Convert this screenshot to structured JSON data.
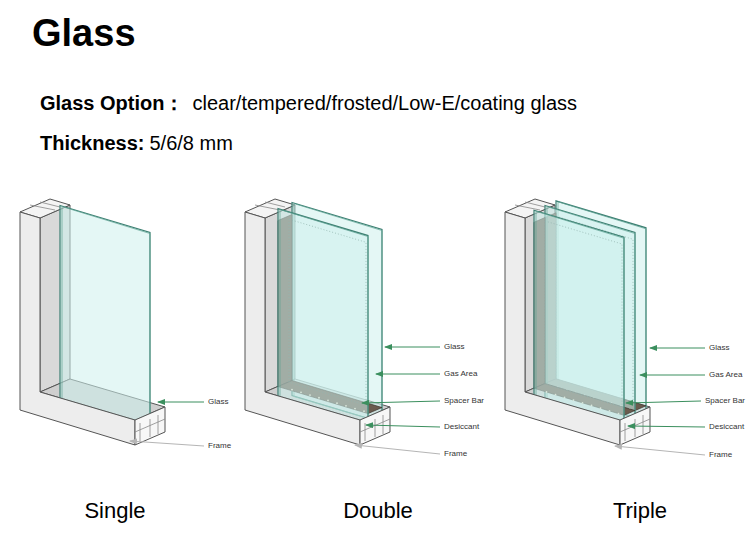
{
  "diagram": {
    "title": "Glass",
    "labels": [
      "Glass Option：",
      "clear/tempered/frosted/Low-E/coating glass",
      "Thickness:",
      "5/6/8 mm",
      "Glass",
      "Frame",
      "Single",
      "Glass",
      "Gas Area",
      "Spacer Bar",
      "Desiccant",
      "Frame",
      "Double",
      "Glass",
      "Gas Area",
      "Spacer Bar",
      "Desiccant",
      "Frame",
      "Triple"
    ]
  }
}
